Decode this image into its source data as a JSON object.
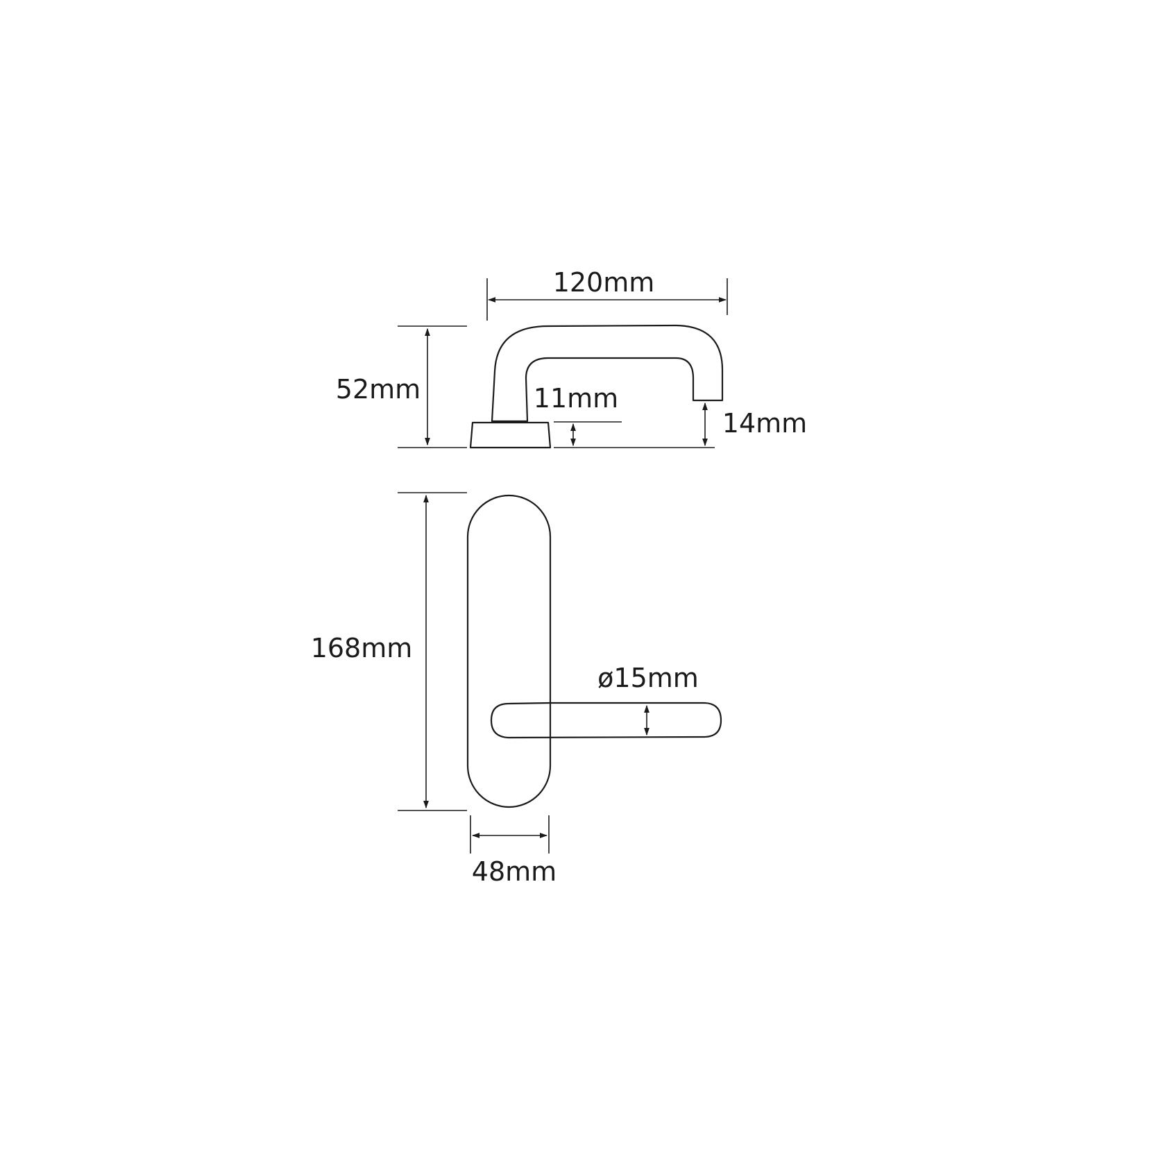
{
  "diagram": {
    "dimensions": {
      "handle_length": "120mm",
      "handle_height": "52mm",
      "base_thickness": "11mm",
      "handle_end_clearance": "14mm",
      "backplate_height": "168mm",
      "lever_diameter": "ø15mm",
      "backplate_width": "48mm"
    }
  }
}
